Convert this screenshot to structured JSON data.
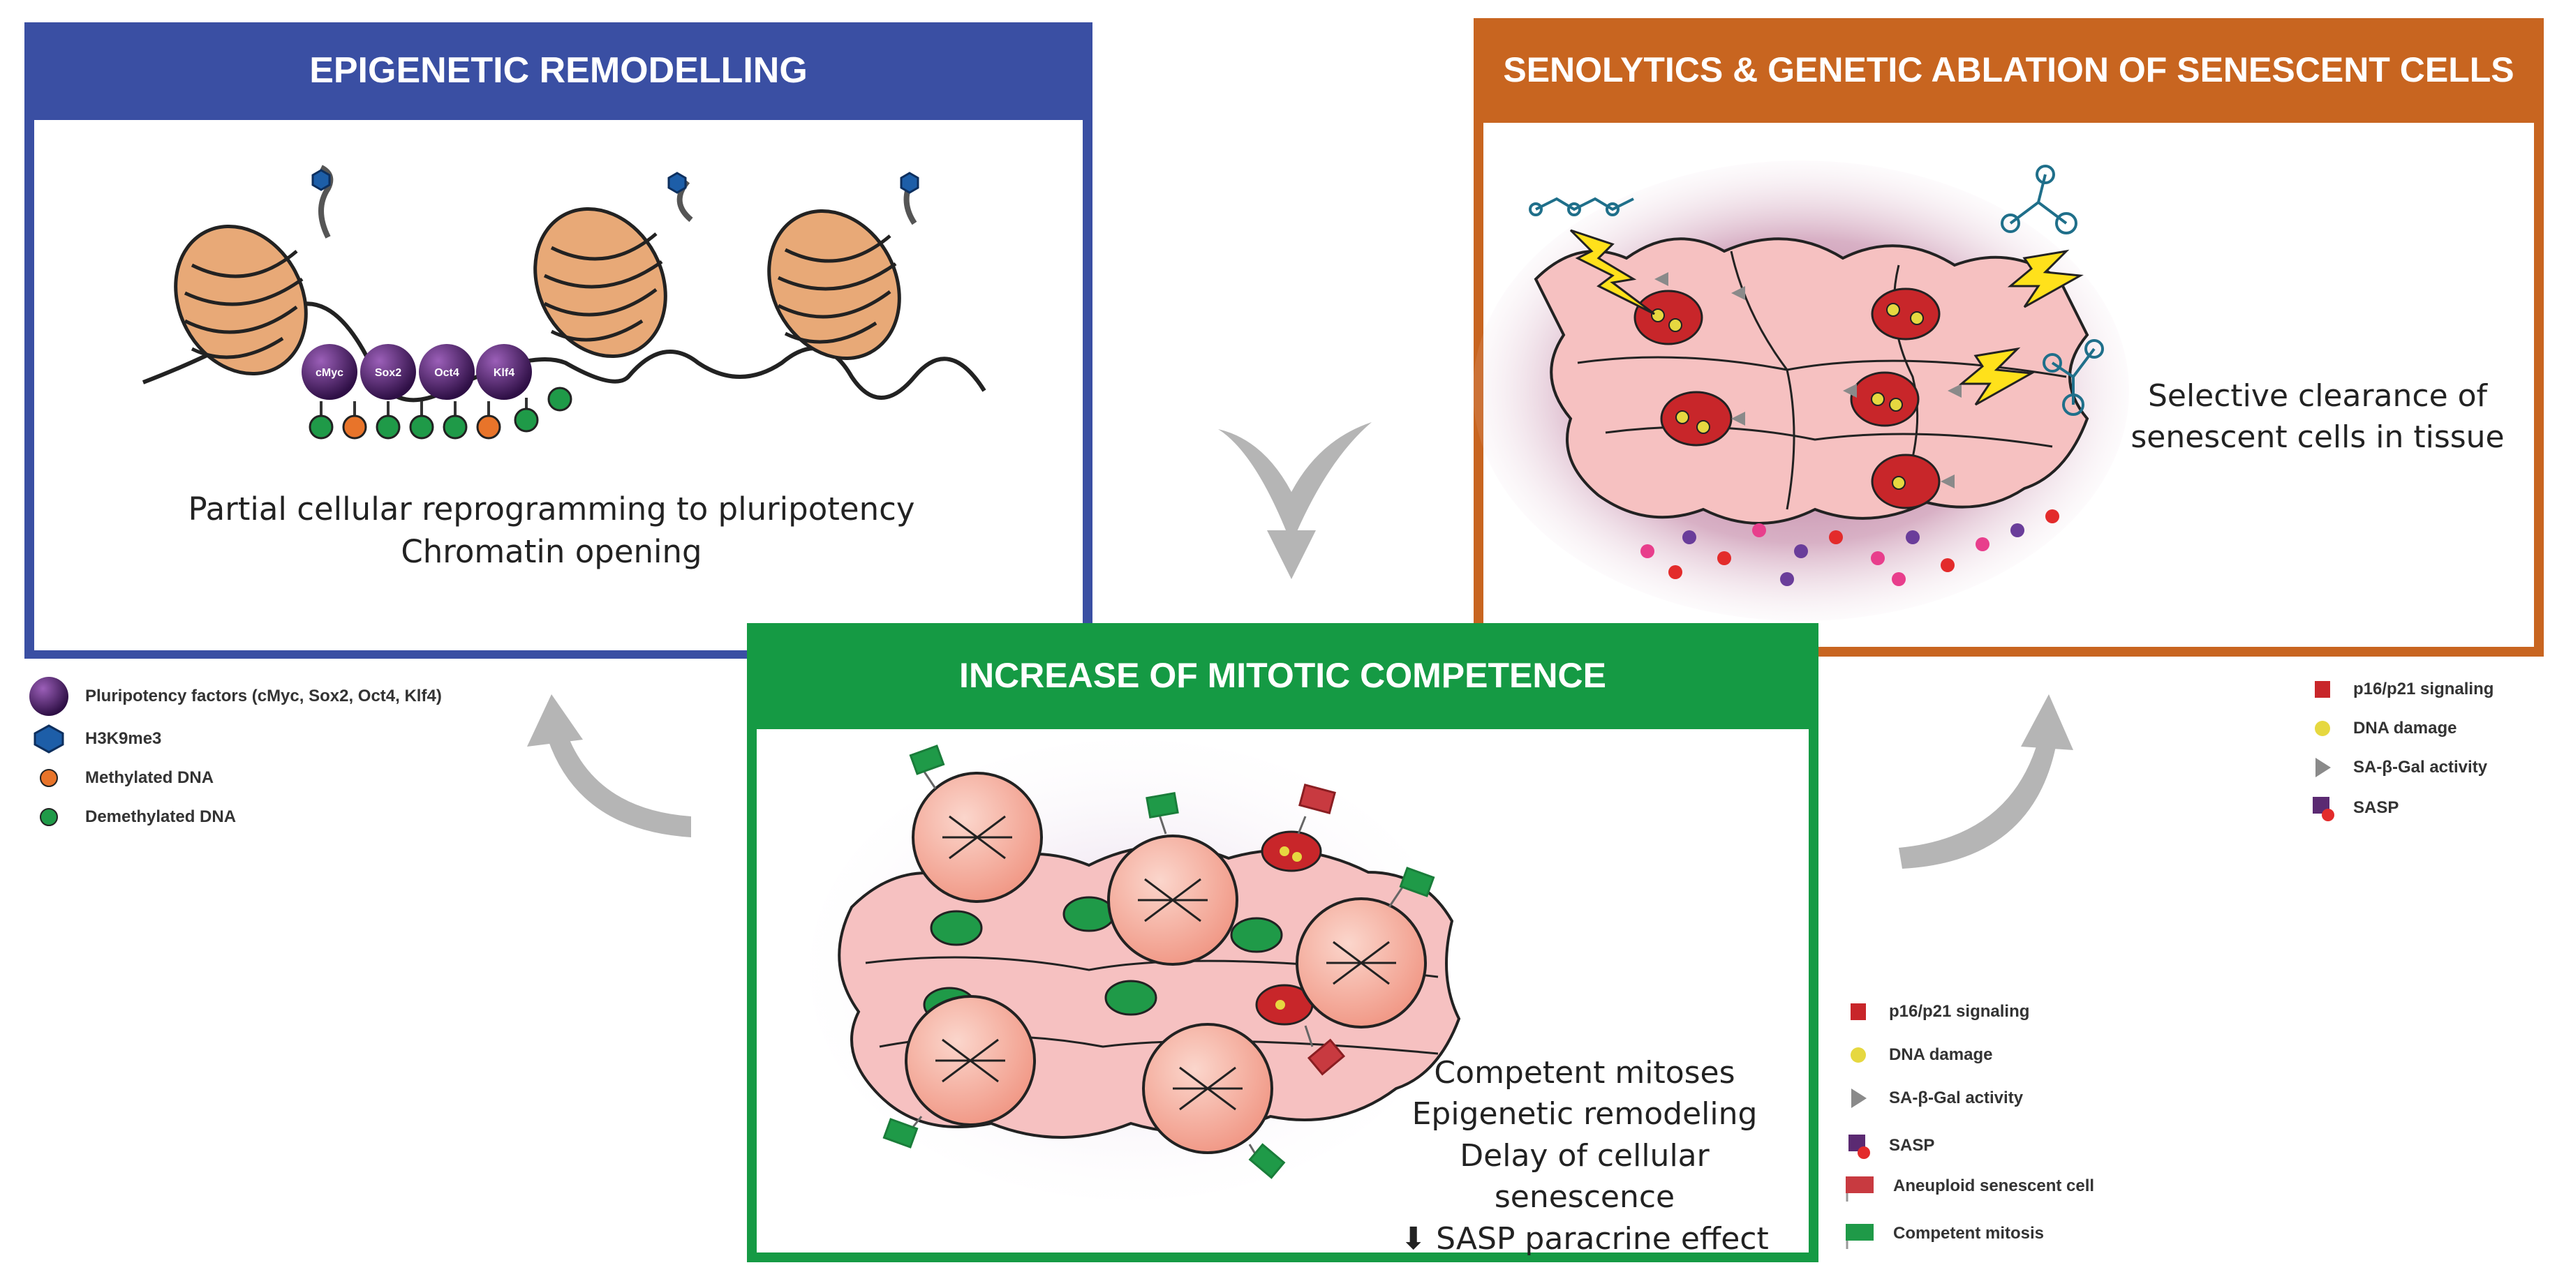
{
  "panels": {
    "epigenetic": {
      "title": "EPIGENETIC REMODELLING",
      "factor_labels": [
        "cMyc",
        "Sox2",
        "Oct4",
        "Klf4"
      ],
      "caption": [
        "Partial cellular reprogramming to pluripotency",
        "Chromatin opening"
      ],
      "color": "#3a4fa3"
    },
    "senolytics": {
      "title": "SENOLYTICS & GENETIC ABLATION OF SENESCENT CELLS",
      "caption": [
        "Selective clearance of",
        "senescent cells in tissue"
      ],
      "color": "#c86520"
    },
    "mitotic": {
      "title": "INCREASE OF MITOTIC COMPETENCE",
      "caption": [
        "Competent mitoses",
        "Epigenetic remodeling",
        "Delay of cellular senescence"
      ],
      "caption_arrow": "⬇",
      "caption_last": "SASP paracrine effect",
      "color": "#159a44"
    }
  },
  "legends": {
    "epigenetic": [
      {
        "label": "Pluripotency factors (cMyc, Sox2, Oct4, Klf4)",
        "icon": "purple-sphere-icon"
      },
      {
        "label": "H3K9me3",
        "icon": "blue-hexagon-icon"
      },
      {
        "label": "Methylated DNA",
        "icon": "orange-dot-icon"
      },
      {
        "label": "Demethylated DNA",
        "icon": "green-dot-icon"
      }
    ],
    "senolytics": [
      {
        "label": "p16/p21 signaling",
        "icon": "red-square-icon"
      },
      {
        "label": "DNA damage",
        "icon": "yellow-dot-icon"
      },
      {
        "label": "SA-β-Gal activity",
        "icon": "grey-triangle-icon"
      },
      {
        "label": "SASP",
        "icon": "sasp-icon"
      }
    ],
    "mitotic": [
      {
        "label": "p16/p21 signaling",
        "icon": "red-square-icon"
      },
      {
        "label": "DNA damage",
        "icon": "yellow-dot-icon"
      },
      {
        "label": "SA-β-Gal activity",
        "icon": "grey-triangle-icon"
      },
      {
        "label": "SASP",
        "icon": "sasp-icon"
      },
      {
        "label": "Aneuploid senescent cell",
        "icon": "red-flag-icon"
      },
      {
        "label": "Competent mitosis",
        "icon": "green-flag-icon"
      }
    ]
  },
  "colors": {
    "nucleosome": "#e8a977",
    "factor": "#5b2a72",
    "methylated": "#e8742a",
    "demethylated": "#1f9a48",
    "histone_mark": "#1d5ea8",
    "cell_pink": "#f6c1c1",
    "senescent_nucleus": "#c8262a",
    "dna_damage": "#e6d840",
    "arrow_grey": "#b5b5b5"
  }
}
